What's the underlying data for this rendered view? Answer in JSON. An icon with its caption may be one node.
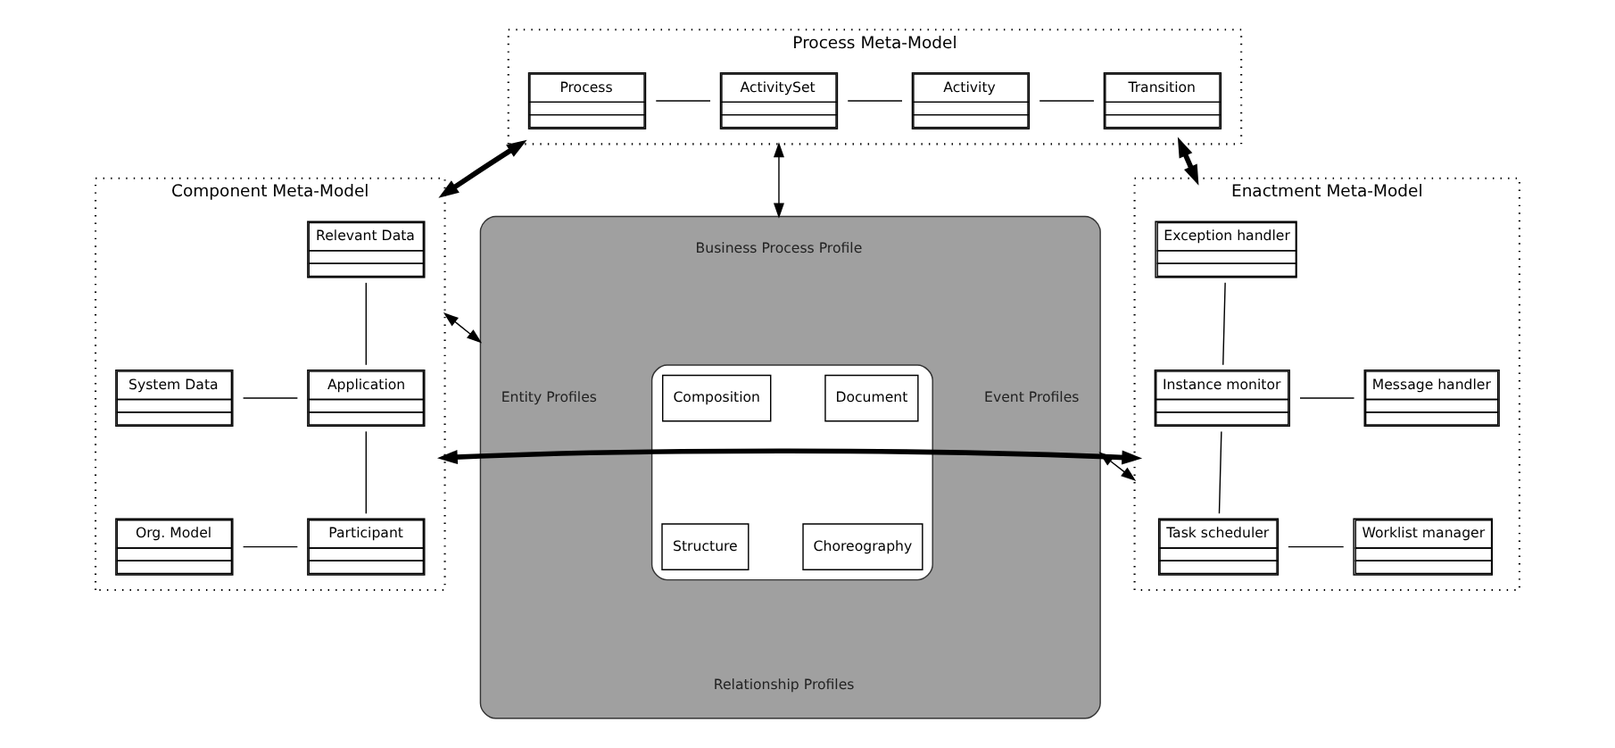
{
  "diagram": {
    "nodes": [
      {
        "text": [
          "Process Meta-Model"
        ]
      },
      {
        "text": [
          "Process"
        ],
        "in": 0
      },
      {
        "text": [
          "ActivitySet"
        ],
        "in": 0
      },
      {
        "text": [
          "Activity"
        ],
        "in": 0
      },
      {
        "text": [
          "Transition"
        ],
        "in": 0
      },
      {
        "text": [
          "Component Meta-Model"
        ]
      },
      {
        "text": [
          "Relevant Data"
        ],
        "in": 5
      },
      {
        "text": [
          "System Data"
        ],
        "in": 5
      },
      {
        "text": [
          "Application"
        ],
        "in": 5
      },
      {
        "text": [
          "Org. Model"
        ],
        "in": 5
      },
      {
        "text": [
          "Participant"
        ],
        "in": 5
      },
      {
        "text": [],
        "shape": "ellipse"
      },
      {
        "text": [
          "Business Process Profile"
        ],
        "in": 11
      },
      {
        "text": [
          "Entity Profiles"
        ],
        "in": 11
      },
      {
        "text": [],
        "shape": "ellipse",
        "in": 11
      },
      {
        "text": [
          "Composition"
        ],
        "in": 14
      },
      {
        "text": [
          "Document"
        ],
        "in": 14
      },
      {
        "text": [
          "Structure"
        ],
        "in": 14
      },
      {
        "text": [
          "Choreography"
        ],
        "in": 14
      },
      {
        "text": [
          "Event Profiles"
        ],
        "in": 11
      },
      {
        "text": [
          "Relationship Profiles"
        ],
        "in": 11
      },
      {
        "text": [
          "Enactment Meta-Model"
        ]
      },
      {
        "text": [
          "Exception handler"
        ],
        "in": 21
      },
      {
        "text": [
          "Instance monitor"
        ],
        "in": 21
      },
      {
        "text": [
          "Message handler"
        ],
        "in": 21
      },
      {
        "text": [
          "Task scheduler"
        ],
        "in": 21
      },
      {
        "text": [
          "Worklist manager"
        ],
        "in": 21
      }
    ],
    "edges": [
      {
        "from": 1,
        "to": 2,
        "arrow": "none"
      },
      {
        "from": 2,
        "to": 3,
        "arrow": "none"
      },
      {
        "from": 3,
        "to": 4,
        "arrow": "none"
      },
      {
        "from": 0,
        "to": 5,
        "arrow": "both",
        "style": "thick"
      },
      {
        "from": 0,
        "to": 21,
        "arrow": "both",
        "style": "thick"
      },
      {
        "from": 0,
        "to": 11,
        "arrow": "both"
      },
      {
        "from": 5,
        "to": 11,
        "arrow": "both"
      },
      {
        "from": 11,
        "to": 21,
        "arrow": "both"
      },
      {
        "from": 5,
        "to": 21,
        "arrow": "both",
        "style": "thick"
      },
      {
        "from": 6,
        "to": 8,
        "arrow": "none"
      },
      {
        "from": 7,
        "to": 8,
        "arrow": "none"
      },
      {
        "from": 8,
        "to": 10,
        "arrow": "none"
      },
      {
        "from": 9,
        "to": 10,
        "arrow": "none"
      },
      {
        "from": 22,
        "to": 23,
        "arrow": "none"
      },
      {
        "from": 23,
        "to": 24,
        "arrow": "none"
      },
      {
        "from": 23,
        "to": 25,
        "arrow": "none"
      },
      {
        "from": 25,
        "to": 26,
        "arrow": "none"
      }
    ]
  }
}
